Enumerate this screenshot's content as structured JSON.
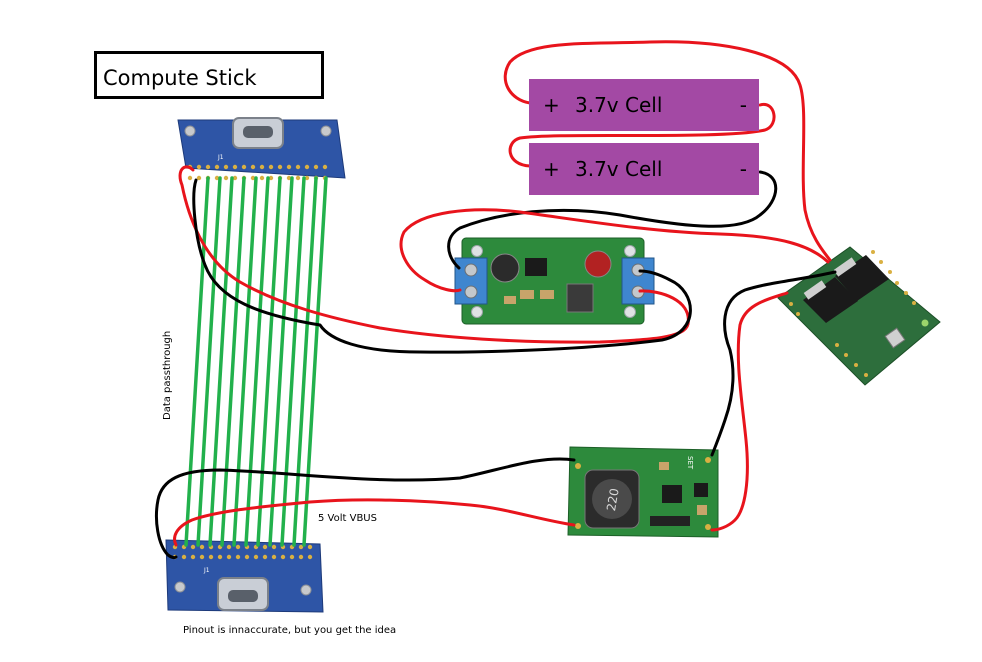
{
  "title": "Compute Stick",
  "cells": [
    {
      "plus": "+",
      "label": "3.7v Cell",
      "minus": "-"
    },
    {
      "plus": "+",
      "label": "3.7v Cell",
      "minus": "-"
    }
  ],
  "labels": {
    "data_passthrough": "Data passthrough",
    "vbus": "5 Volt VBUS",
    "pinout_note": "Pinout is innaccurate, but you get the idea"
  },
  "board_silkscreen": {
    "top_connector": "J1",
    "bottom_connector": "J1",
    "inductor_marking": "220",
    "charger_marking": "SET"
  },
  "colors": {
    "cell_fill": "#a349a4",
    "wire_red": "#e8141c",
    "wire_black": "#000000",
    "wire_data": "#22b14c",
    "pcb_blue": "#2e55a6",
    "pcb_green": "#2d8a3c",
    "usb_metal": "#c9ced6"
  }
}
